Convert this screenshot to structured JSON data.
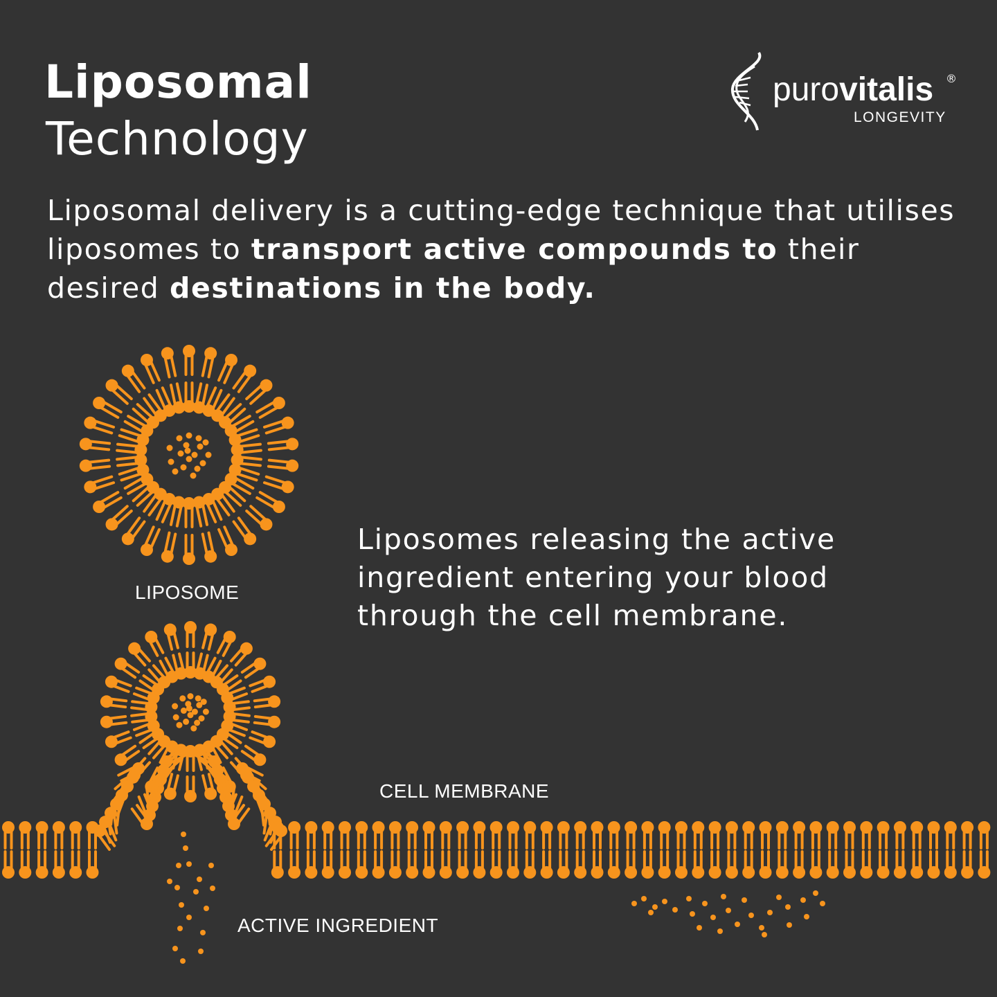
{
  "header": {
    "title_line1": "Liposomal",
    "title_line2": "Technology"
  },
  "logo": {
    "brand_light": "puro",
    "brand_bold": "vitalis",
    "registered": "®",
    "tagline": "LONGEVITY",
    "icon": "dna-helix-icon"
  },
  "intro": {
    "part1": "Liposomal delivery is a cutting-edge technique that utilises liposomes to ",
    "bold1": "transport active compounds to",
    "part2": " their desired ",
    "bold2": "destinations in the body."
  },
  "release_text": "Liposomes releasing the active ingredient entering your blood through the cell membrane.",
  "labels": {
    "liposome": "LIPOSOME",
    "cell_membrane": "CELL MEMBRANE",
    "active_ingredient": "ACTIVE INGREDIENT"
  },
  "colors": {
    "background": "#333333",
    "accent": "#f7941d",
    "text": "#ffffff"
  }
}
